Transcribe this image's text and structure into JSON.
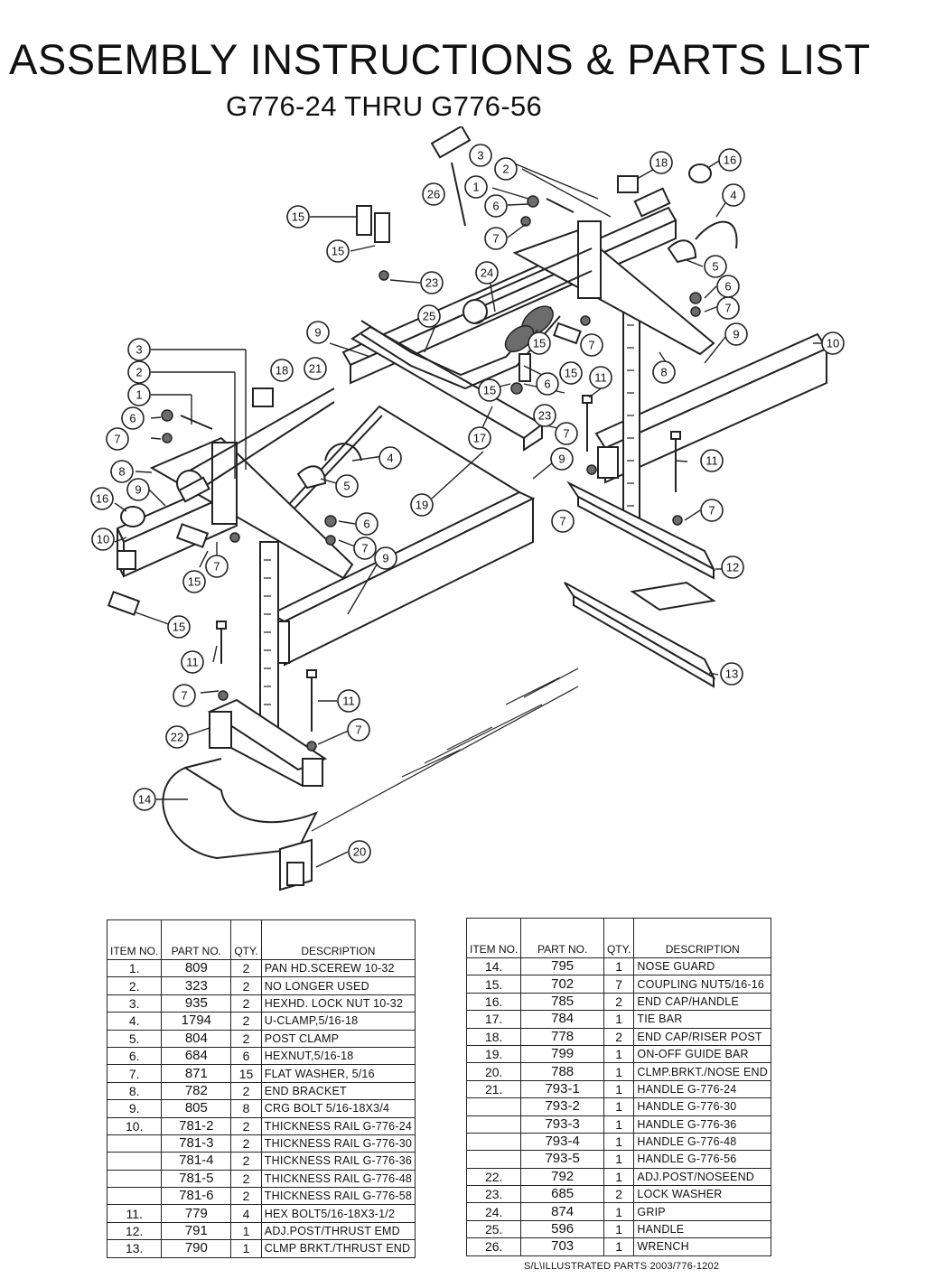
{
  "header": {
    "title": "ASSEMBLY INSTRUCTIONS & PARTS LIST",
    "subtitle": "G776-24 THRU G776-56"
  },
  "diagram": {
    "callout_numbers": [
      "1",
      "2",
      "3",
      "4",
      "5",
      "6",
      "7",
      "8",
      "9",
      "10",
      "11",
      "12",
      "13",
      "14",
      "15",
      "16",
      "17",
      "18",
      "19",
      "20",
      "21",
      "22",
      "23",
      "24",
      "25",
      "26"
    ]
  },
  "table_headers": {
    "item": "ITEM NO.",
    "part": "PART NO.",
    "qty": "QTY.",
    "description": "DESCRIPTION"
  },
  "parts_left": [
    {
      "item": "1.",
      "part": "809",
      "qty": "2",
      "description": "PAN HD.SCEREW 10-32"
    },
    {
      "item": "2.",
      "part": "323",
      "qty": "2",
      "description": "NO LONGER USED"
    },
    {
      "item": "3.",
      "part": "935",
      "qty": "2",
      "description": "HEXHD. LOCK NUT 10-32"
    },
    {
      "item": "4.",
      "part": "1794",
      "qty": "2",
      "description": "U-CLAMP,5/16-18"
    },
    {
      "item": "5.",
      "part": "804",
      "qty": "2",
      "description": "POST CLAMP"
    },
    {
      "item": "6.",
      "part": "684",
      "qty": "6",
      "description": "HEXNUT,5/16-18"
    },
    {
      "item": "7.",
      "part": "871",
      "qty": "15",
      "description": "FLAT WASHER, 5/16"
    },
    {
      "item": "8.",
      "part": "782",
      "qty": "2",
      "description": "END BRACKET"
    },
    {
      "item": "9.",
      "part": "805",
      "qty": "8",
      "description": "CRG BOLT 5/16-18X3/4"
    },
    {
      "item": "10.",
      "part": "781-2",
      "qty": "2",
      "description": "THICKNESS RAIL G-776-24"
    },
    {
      "item": "",
      "part": "781-3",
      "qty": "2",
      "description": "THICKNESS RAIL G-776-30"
    },
    {
      "item": "",
      "part": "781-4",
      "qty": "2",
      "description": "THICKNESS RAIL G-776-36"
    },
    {
      "item": "",
      "part": "781-5",
      "qty": "2",
      "description": "THICKNESS RAIL G-776-48"
    },
    {
      "item": "",
      "part": "781-6",
      "qty": "2",
      "description": "THICKNESS RAIL G-776-58"
    },
    {
      "item": "11.",
      "part": "779",
      "qty": "4",
      "description": "HEX BOLT5/16-18X3-1/2"
    },
    {
      "item": "12.",
      "part": "791",
      "qty": "1",
      "description": "ADJ.POST/THRUST EMD"
    },
    {
      "item": "13.",
      "part": "790",
      "qty": "1",
      "description": "CLMP BRKT./THRUST END"
    }
  ],
  "parts_right": [
    {
      "item": "14.",
      "part": "795",
      "qty": "1",
      "description": "NOSE GUARD"
    },
    {
      "item": "15.",
      "part": "702",
      "qty": "7",
      "description": "COUPLING NUT5/16-16"
    },
    {
      "item": "16.",
      "part": "785",
      "qty": "2",
      "description": "END CAP/HANDLE"
    },
    {
      "item": "17.",
      "part": "784",
      "qty": "1",
      "description": "TIE BAR"
    },
    {
      "item": "18.",
      "part": "778",
      "qty": "2",
      "description": "END CAP/RISER POST"
    },
    {
      "item": "19.",
      "part": "799",
      "qty": "1",
      "description": "ON-OFF GUIDE BAR"
    },
    {
      "item": "20.",
      "part": "788",
      "qty": "1",
      "description": "CLMP.BRKT./NOSE END"
    },
    {
      "item": "21.",
      "part": "793-1",
      "qty": "1",
      "description": "HANDLE G-776-24"
    },
    {
      "item": "",
      "part": "793-2",
      "qty": "1",
      "description": "HANDLE G-776-30"
    },
    {
      "item": "",
      "part": "793-3",
      "qty": "1",
      "description": "HANDLE G-776-36"
    },
    {
      "item": "",
      "part": "793-4",
      "qty": "1",
      "description": "HANDLE G-776-48"
    },
    {
      "item": "",
      "part": "793-5",
      "qty": "1",
      "description": "HANDLE G-776-56"
    },
    {
      "item": "22.",
      "part": "792",
      "qty": "1",
      "description": "ADJ.POST/NOSEEND"
    },
    {
      "item": "23.",
      "part": "685",
      "qty": "2",
      "description": "LOCK WASHER"
    },
    {
      "item": "24.",
      "part": "874",
      "qty": "1",
      "description": "GRIP"
    },
    {
      "item": "25.",
      "part": "596",
      "qty": "1",
      "description": "HANDLE"
    },
    {
      "item": "26.",
      "part": "703",
      "qty": "1",
      "description": "WRENCH"
    }
  ],
  "footer": "S/L\\ILLUSTRATED PARTS 2003/776-1202"
}
